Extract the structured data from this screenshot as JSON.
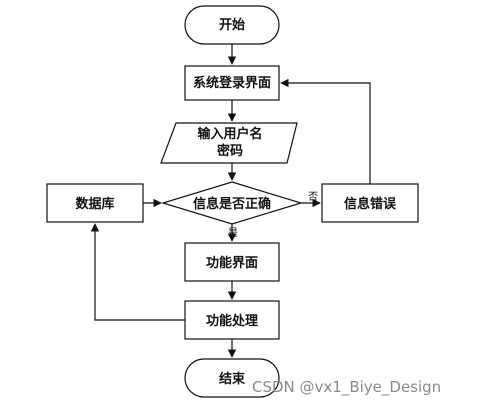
{
  "nodes": {
    "start": "开始",
    "login": "系统登录界面",
    "input_line1": "输入用户名",
    "input_line2": "密码",
    "check": "信息是否正确",
    "database": "数据库",
    "error": "信息错误",
    "function_ui": "功能界面",
    "process": "功能处理",
    "end": "结束"
  },
  "edges": {
    "no_label": "否",
    "yes_label": "是"
  },
  "watermark": "CSDN @vx1_Biye_Design"
}
